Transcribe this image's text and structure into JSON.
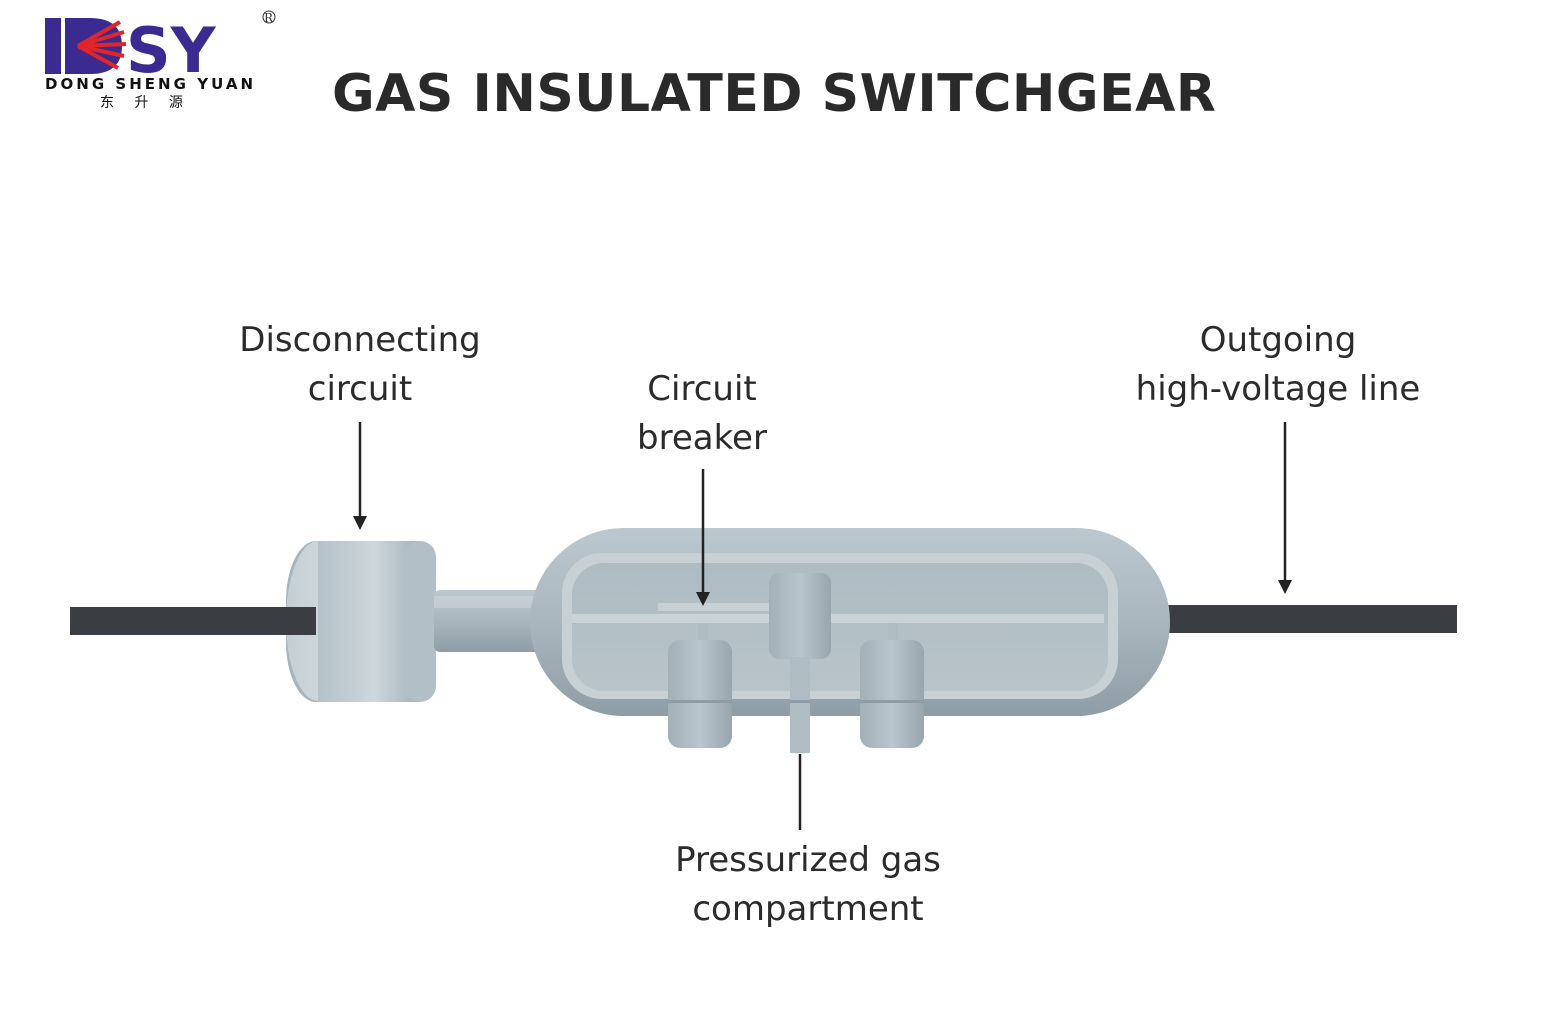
{
  "logo": {
    "mark": "DSY",
    "registered": "R",
    "name": "DONG  SHENG  YUAN",
    "name_cn": "东 升 源"
  },
  "title": "GAS INSULATED SWITCHGEAR",
  "labels": {
    "disconnecting": {
      "line1": "Disconnecting",
      "line2": "circuit"
    },
    "breaker": {
      "line1": "Circuit",
      "line2": "breaker"
    },
    "outgoing": {
      "line1": "Outgoing",
      "line2": "high-voltage line"
    },
    "gas": {
      "line1": "Pressurized gas",
      "line2": "compartment"
    }
  },
  "colors": {
    "brand_blue": "#3b2a8f",
    "brand_red": "#e0262a",
    "cable": "#3a3d42",
    "metal_light": "#c9d4da",
    "metal_mid": "#aab7bf",
    "metal_dark": "#8e9ca5",
    "text": "#2b2b2b"
  }
}
